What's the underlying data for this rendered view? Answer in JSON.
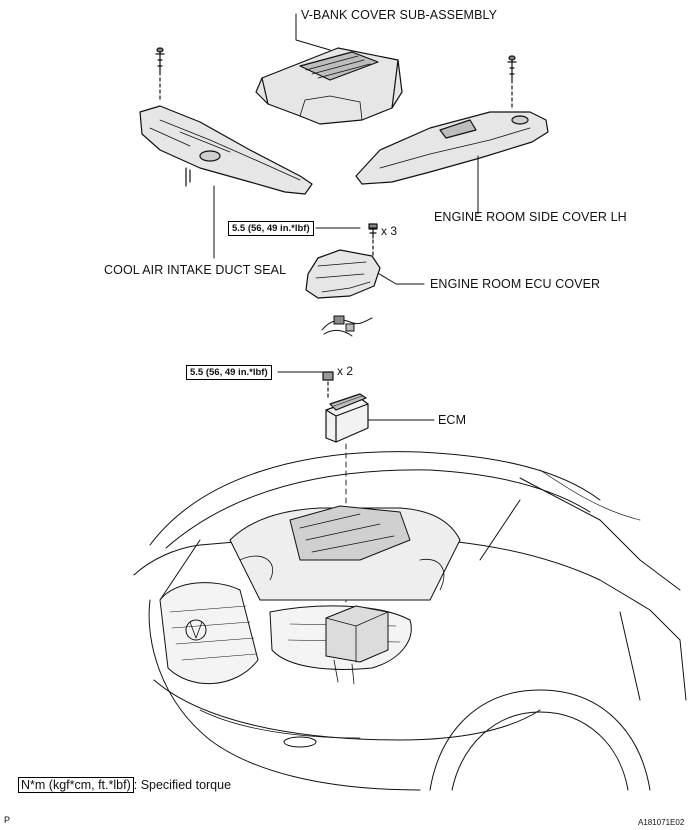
{
  "labels": {
    "vbank": "V-BANK COVER SUB-ASSEMBLY",
    "side_cover": "ENGINE ROOM SIDE COVER LH",
    "duct_seal": "COOL AIR INTAKE DUCT SEAL",
    "ecu_cover": "ENGINE ROOM ECU COVER",
    "ecm": "ECM"
  },
  "torques": [
    {
      "value": "5.5 (56, 49 in.*lbf)",
      "qty": "x 3"
    },
    {
      "value": "5.5 (56, 49 in.*lbf)",
      "qty": "x 2"
    }
  ],
  "legend": {
    "unit": "N*m (kgf*cm, ft.*lbf)",
    "text": ": Specified torque"
  },
  "footer": {
    "left": "P",
    "code": "A181071E02"
  }
}
